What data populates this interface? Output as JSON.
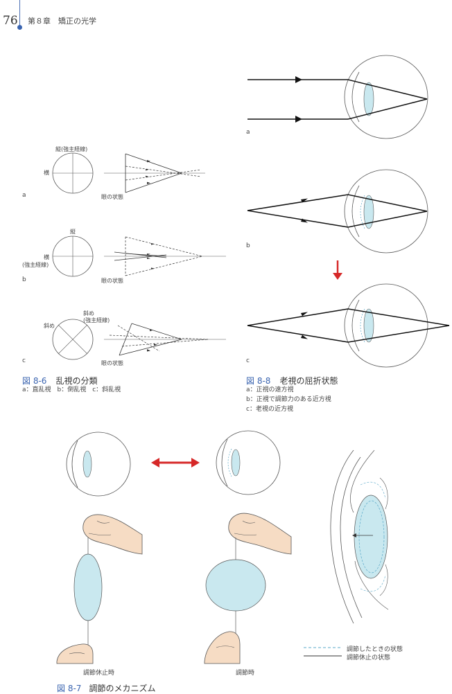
{
  "header": {
    "page_number": "76",
    "chapter": "第８章　矯正の光学"
  },
  "fig86": {
    "number": "図 8-6",
    "title": "乱視の分類",
    "subtitle": "a：直乱視　b：倒乱視　c：斜乱視",
    "a": {
      "letter": "a",
      "vertical": "縦(強主経線)",
      "horizontal": "横",
      "state": "眼の状態"
    },
    "b": {
      "letter": "b",
      "vertical": "縦",
      "horizontal": "横",
      "horizontal_note": "(強主経線)",
      "state": "眼の状態"
    },
    "c": {
      "letter": "c",
      "oblique_top": "斜め",
      "oblique_note": "(強主経線)",
      "oblique_left": "斜め",
      "state": "眼の状態"
    }
  },
  "fig88": {
    "number": "図 8-8",
    "title": "老視の屈折状態",
    "lines": [
      "a：正視の遠方視",
      "b：正視で調節力のある近方視",
      "c：老視の近方視"
    ],
    "letters": [
      "a",
      "b",
      "c"
    ]
  },
  "fig87": {
    "number": "図 8-7",
    "title": "調節のメカニズム",
    "left_caption": "調節休止時",
    "right_caption": "調節時",
    "legend": {
      "dashed": "調節したときの状態",
      "solid": "調節休止の状態"
    }
  },
  "colors": {
    "accent_blue": "#3a64b0",
    "lens_fill": "#c9e8ef",
    "arrow_red": "#d62828",
    "line_dark": "#111111"
  }
}
